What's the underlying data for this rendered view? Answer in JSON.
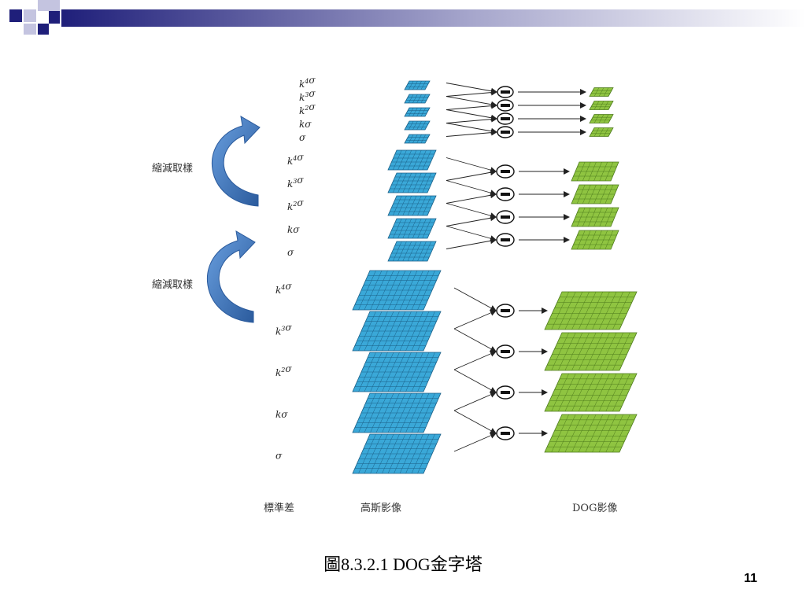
{
  "slide": {
    "caption": "圖8.3.2.1  DOG金字塔",
    "page_number": "11"
  },
  "diagram": {
    "downsample_label": "縮減取樣",
    "column_labels": {
      "sigma": "標準差",
      "gaussian": "高斯影像",
      "dog": "DOG影像"
    },
    "sigma_levels": [
      {
        "base": "k",
        "exp": "4",
        "sym": "σ"
      },
      {
        "base": "k",
        "exp": "3",
        "sym": "σ"
      },
      {
        "base": "k",
        "exp": "2",
        "sym": "σ"
      },
      {
        "base": "k",
        "exp": "",
        "sym": "σ"
      },
      {
        "base": "",
        "exp": "",
        "sym": "σ"
      }
    ],
    "minus_symbol": "−",
    "octaves": 3
  },
  "colors": {
    "header_navy": "#1f1f7a",
    "header_light": "#b8b8d8",
    "gaussian_fill": "#3aa8d8",
    "gaussian_grid": "#1a5f86",
    "dog_fill": "#8fc441",
    "dog_grid": "#4d7a1c",
    "arrow_blue": "#3c6fb0"
  }
}
